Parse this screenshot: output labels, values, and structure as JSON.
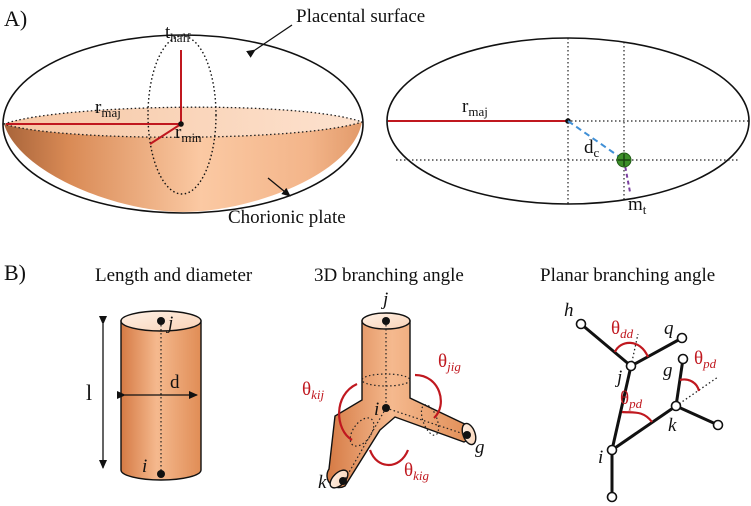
{
  "panel_a": {
    "label": "A)",
    "placental_surface": "Placental surface",
    "chorionic_plate": "Chorionic plate",
    "t_half": {
      "main": "t",
      "sub": "half"
    },
    "r_maj": {
      "main": "r",
      "sub": "maj"
    },
    "r_min": {
      "main": "r",
      "sub": "min"
    },
    "d_c": {
      "main": "d",
      "sub": "c"
    },
    "m_t": {
      "main": "m",
      "sub": "t"
    }
  },
  "panel_b": {
    "label": "B)",
    "titles": {
      "length_diameter": "Length and diameter",
      "branching_3d": "3D branching angle",
      "branching_planar": "Planar branching angle"
    },
    "length_label": "l",
    "diameter_label": "d",
    "nodes": {
      "i": "i",
      "j": "j",
      "k": "k",
      "g": "g",
      "h": "h",
      "q": "q"
    },
    "theta": "θ",
    "angles": {
      "kij": "kij",
      "jig": "jig",
      "kig": "kig",
      "dd": "dd",
      "pd": "pd"
    }
  },
  "colors": {
    "tissue_light": "#fbd7bd",
    "tissue_dark": "#d98a55",
    "red_line": "#c0181f",
    "blue_dash": "#3f8fd6",
    "purple_dash": "#7b3fa0",
    "green_marker": "#3d8f2a"
  }
}
